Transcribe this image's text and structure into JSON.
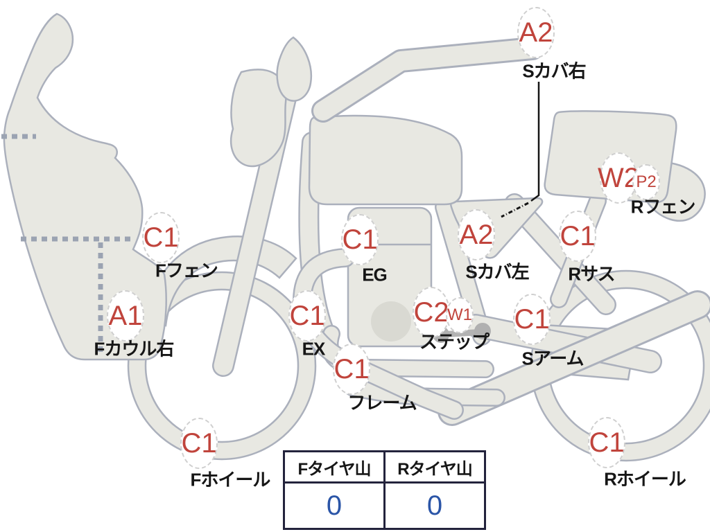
{
  "markers": [
    {
      "id": "side-cover-right",
      "code": "A2",
      "label": "Sカバ右"
    },
    {
      "id": "rear-fender",
      "code": "W2",
      "sub_code": "P2",
      "label": "Rフェン"
    },
    {
      "id": "front-fender",
      "code": "C1",
      "label": "Fフェン"
    },
    {
      "id": "front-cowl-right",
      "code": "A1",
      "label": "Fカウル右"
    },
    {
      "id": "engine",
      "code": "C1",
      "label": "EG"
    },
    {
      "id": "side-cover-left",
      "code": "A2",
      "label": "Sカバ左"
    },
    {
      "id": "rear-suspension",
      "code": "C1",
      "label": "Rサス"
    },
    {
      "id": "exhaust",
      "code": "C1",
      "label": "EX"
    },
    {
      "id": "step",
      "code": "C2",
      "sub_code": "W1",
      "label": "ステップ"
    },
    {
      "id": "swing-arm",
      "code": "C1",
      "label": "Sアーム"
    },
    {
      "id": "frame",
      "code": "C1",
      "label": "フレーム"
    },
    {
      "id": "front-wheel",
      "code": "C1",
      "label": "Fホイール"
    },
    {
      "id": "rear-wheel",
      "code": "C1",
      "label": "Rホイール"
    }
  ],
  "tire_table": {
    "columns": [
      {
        "header": "Fタイヤ山",
        "value": "0"
      },
      {
        "header": "Rタイヤ山",
        "value": "0"
      }
    ]
  },
  "colors": {
    "code_red": "#c0443c",
    "value_blue": "#2b55a7",
    "body_fill": "#e8e8e2",
    "body_outline": "#abb0bc",
    "table_border": "#23233c"
  }
}
